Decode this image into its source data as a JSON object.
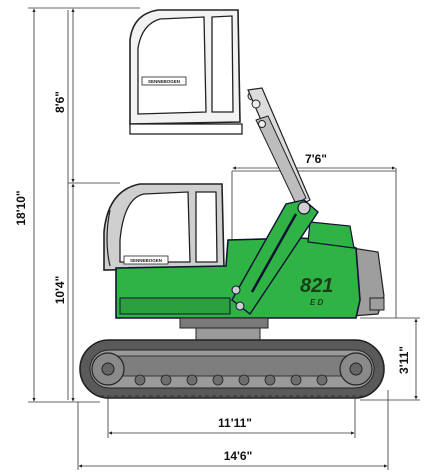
{
  "dimensions": {
    "total_height": "18'10\"",
    "upper_cab_height": "8'6\"",
    "lower_height": "10'4\"",
    "tail_radius": "7'6\"",
    "ground_clearance": "3'11\"",
    "track_length": "11'11\"",
    "overall_length": "14'6\""
  },
  "machine": {
    "model_number": "821",
    "model_suffix": "E D",
    "cab_logo": "SENNEBOGEN",
    "body_color": "#2fb344",
    "track_color": "#5a5a5a",
    "cab_color": "#c9c9c9"
  }
}
